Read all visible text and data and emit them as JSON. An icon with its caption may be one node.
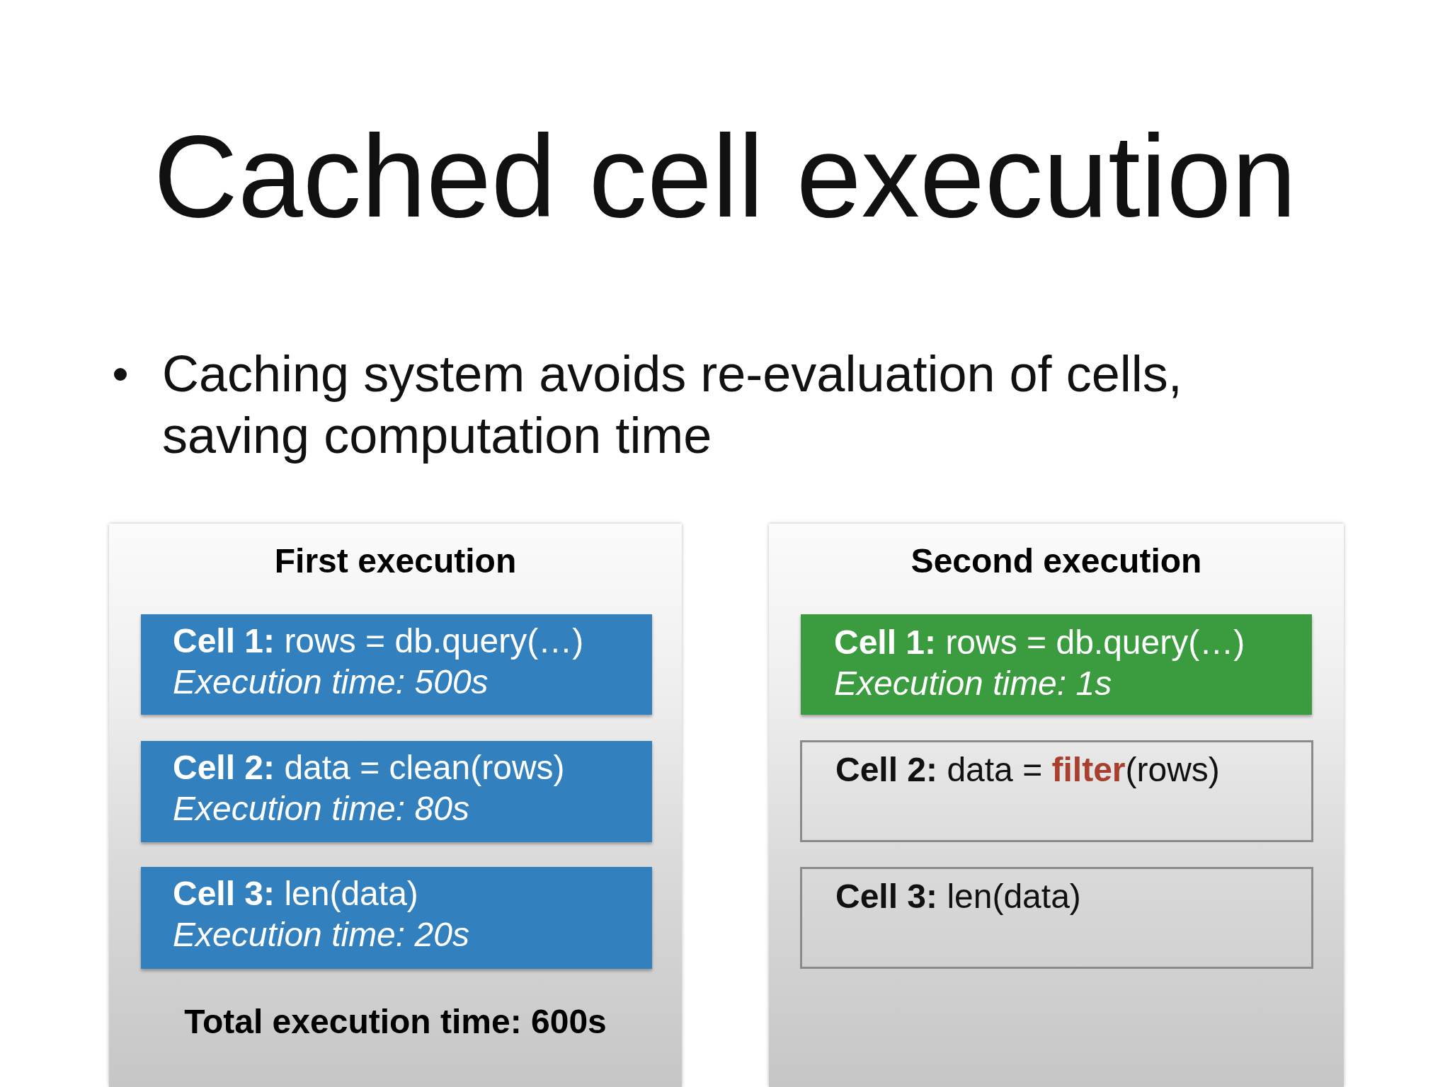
{
  "diagram": {
    "title": "Cached cell execution",
    "nodes": [
      {
        "text": [
          "First execution",
          "Total execution time: 600s"
        ]
      },
      {
        "text": [
          "**Cell 1:** rows = db.query(…)",
          "Execution time: 500s"
        ],
        "in": 0
      },
      {
        "text": [
          "**Cell 2:** data = clean(rows)",
          "Execution time: 80s"
        ],
        "in": 0
      },
      {
        "text": [
          "**Cell 3:** len(data)",
          "Execution time: 20s"
        ],
        "in": 0
      },
      {
        "text": [
          "Second execution"
        ]
      },
      {
        "text": [
          "**Cell 1:** rows = db.query(…)",
          "Execution time: 1s"
        ],
        "in": 4
      },
      {
        "text": [
          "**Cell 2:** data = **filter**(rows)"
        ],
        "in": 4
      },
      {
        "text": [
          "**Cell 3:** len(data)"
        ],
        "in": 4
      }
    ],
    "labels": [
      "Caching system avoids re-evaluation of cells, saving computation time"
    ]
  }
}
